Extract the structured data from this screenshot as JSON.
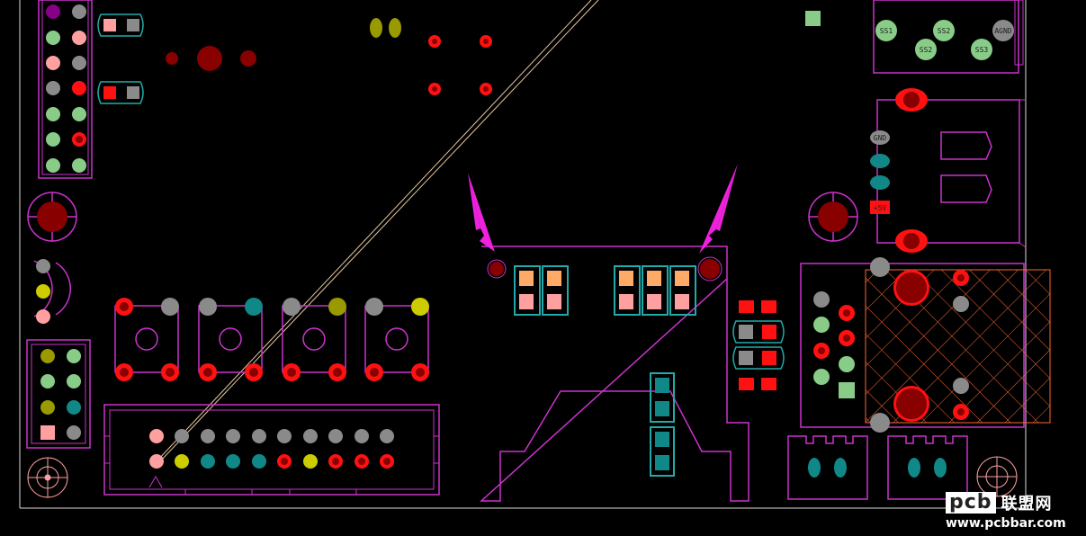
{
  "colors": {
    "background": "#000000",
    "outline": "#cc33cc",
    "teal_outline": "#22aaaa",
    "pad_red": "#ff1111",
    "pad_dark_red": "#880000",
    "pad_gray": "#8a8a8a",
    "pad_green": "#88cc88",
    "pad_pink": "#ffa0a0",
    "pad_teal": "#118888",
    "pad_olive": "#999900",
    "pad_yellow": "#cccc00",
    "pad_orange": "#ffaa66",
    "pad_purple": "#880088",
    "trace": "#e8c8a0",
    "hatch": "#ff6633",
    "arrow": "#ee22dd"
  },
  "labels": {
    "gnd_pad": "GND",
    "v5_pad": "+5V",
    "ss1": "SS1",
    "ss2": "SS2",
    "ss3": "SS3",
    "agnd": "AGND"
  },
  "watermark": {
    "logo": "pcb",
    "brand": "联盟网",
    "url": "www.pcbbar.com"
  }
}
